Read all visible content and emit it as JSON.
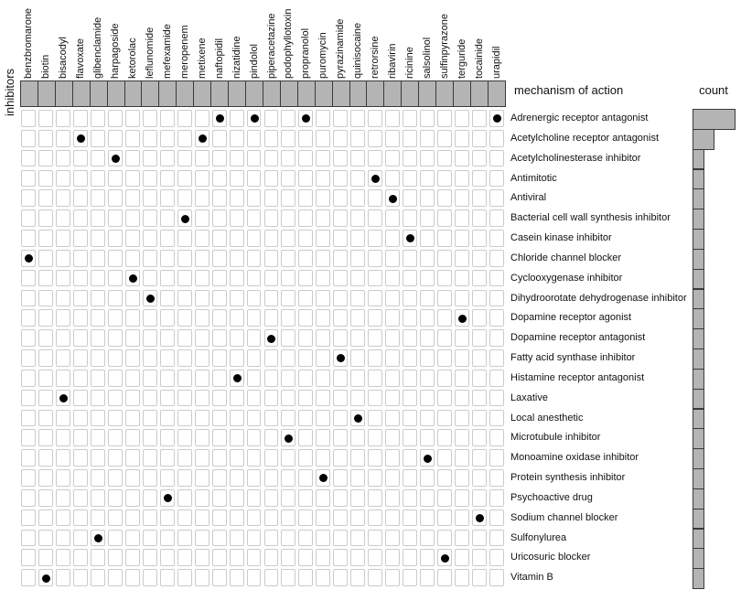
{
  "axis_labels": {
    "columns": "inhibitors",
    "rows": "mechanism of action",
    "count": "count"
  },
  "chart_data": {
    "type": "heatmap",
    "subtype": "binary-dot-matrix-with-marginal-count-bars",
    "title": "",
    "xlabel": "inhibitors",
    "ylabel": "mechanism of action",
    "legend_position": "none",
    "grid": "cell-boxes",
    "columns": [
      "benzbromarone",
      "biotin",
      "bisacodyl",
      "flavoxate",
      "glibenclamide",
      "harpagoside",
      "ketorolac",
      "leflunomide",
      "mefexamide",
      "meropenem",
      "metixene",
      "naftopidil",
      "nizatidine",
      "pindolol",
      "piperacetazine",
      "podophyllotoxin",
      "propranolol",
      "puromycin",
      "pyrazinamide",
      "quinisocaine",
      "retrorsine",
      "ribavirin",
      "ricinine",
      "salsolinol",
      "sulfinpyrazone",
      "terguride",
      "tocainide",
      "urapidil"
    ],
    "rows": [
      "Adrenergic receptor antagonist",
      "Acetylcholine receptor antagonist",
      "Acetylcholinesterase inhibitor",
      "Antimitotic",
      "Antiviral",
      "Bacterial cell wall synthesis inhibitor",
      "Casein kinase inhibitor",
      "Chloride channel blocker",
      "Cyclooxygenase inhibitor",
      "Dihydroorotate dehydrogenase inhibitor",
      "Dopamine receptor agonist",
      "Dopamine receptor antagonist",
      "Fatty acid synthase inhibitor",
      "Histamine receptor antagonist",
      "Laxative",
      "Local anesthetic",
      "Microtubule inhibitor",
      "Monoamine oxidase inhibitor",
      "Protein synthesis inhibitor",
      "Psychoactive drug",
      "Sodium channel blocker",
      "Sulfonylurea",
      "Uricosuric blocker",
      "Vitamin B"
    ],
    "dots": [
      {
        "column": "benzbromarone",
        "row": "Chloride channel blocker"
      },
      {
        "column": "biotin",
        "row": "Vitamin B"
      },
      {
        "column": "bisacodyl",
        "row": "Laxative"
      },
      {
        "column": "flavoxate",
        "row": "Acetylcholine receptor antagonist"
      },
      {
        "column": "glibenclamide",
        "row": "Sulfonylurea"
      },
      {
        "column": "harpagoside",
        "row": "Acetylcholinesterase inhibitor"
      },
      {
        "column": "ketorolac",
        "row": "Cyclooxygenase inhibitor"
      },
      {
        "column": "leflunomide",
        "row": "Dihydroorotate dehydrogenase inhibitor"
      },
      {
        "column": "mefexamide",
        "row": "Psychoactive drug"
      },
      {
        "column": "meropenem",
        "row": "Bacterial cell wall synthesis inhibitor"
      },
      {
        "column": "metixene",
        "row": "Acetylcholine receptor antagonist"
      },
      {
        "column": "naftopidil",
        "row": "Adrenergic receptor antagonist"
      },
      {
        "column": "nizatidine",
        "row": "Histamine receptor antagonist"
      },
      {
        "column": "pindolol",
        "row": "Adrenergic receptor antagonist"
      },
      {
        "column": "piperacetazine",
        "row": "Dopamine receptor antagonist"
      },
      {
        "column": "podophyllotoxin",
        "row": "Microtubule inhibitor"
      },
      {
        "column": "propranolol",
        "row": "Adrenergic receptor antagonist"
      },
      {
        "column": "puromycin",
        "row": "Protein synthesis inhibitor"
      },
      {
        "column": "pyrazinamide",
        "row": "Fatty acid synthase inhibitor"
      },
      {
        "column": "quinisocaine",
        "row": "Local anesthetic"
      },
      {
        "column": "retrorsine",
        "row": "Antimitotic"
      },
      {
        "column": "ribavirin",
        "row": "Antiviral"
      },
      {
        "column": "ricinine",
        "row": "Casein kinase inhibitor"
      },
      {
        "column": "salsolinol",
        "row": "Monoamine oxidase inhibitor"
      },
      {
        "column": "sulfinpyrazone",
        "row": "Uricosuric blocker"
      },
      {
        "column": "terguride",
        "row": "Dopamine receptor agonist"
      },
      {
        "column": "tocainide",
        "row": "Sodium channel blocker"
      },
      {
        "column": "urapidil",
        "row": "Adrenergic receptor antagonist"
      }
    ],
    "counts": [
      4,
      2,
      1,
      1,
      1,
      1,
      1,
      1,
      1,
      1,
      1,
      1,
      1,
      1,
      1,
      1,
      1,
      1,
      1,
      1,
      1,
      1,
      1,
      1
    ],
    "count_axis_max": 4,
    "colors": {
      "dot": "#000000",
      "band_fill": "#b4b4b4",
      "band_border": "#3a3a3a",
      "cell_border": "#cbcbcb",
      "text": "#111111",
      "background": "#ffffff"
    }
  }
}
